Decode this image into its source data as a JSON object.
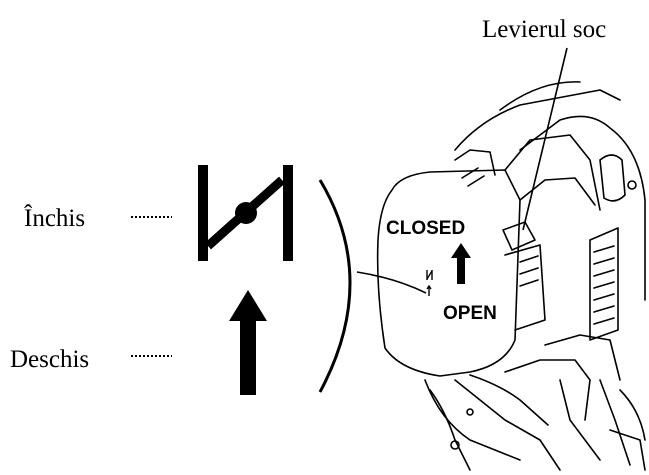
{
  "labels": {
    "choke_lever": "Levierul soc",
    "closed_label": "Închis",
    "open_label": "Deschis"
  },
  "panel": {
    "closed_text": "CLOSED",
    "open_text": "OPEN"
  },
  "icons": {
    "closed_symbol": "choke-closed-icon",
    "open_symbol": "choke-open-arrow-icon"
  },
  "colors": {
    "ink": "#000000",
    "background": "#ffffff"
  }
}
